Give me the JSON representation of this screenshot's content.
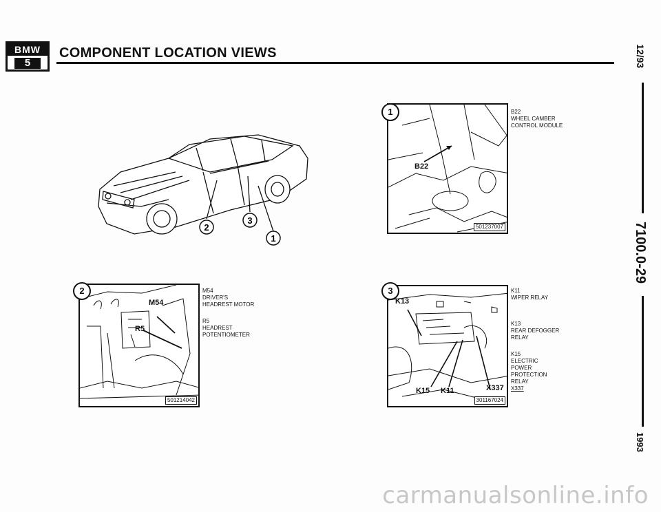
{
  "header": {
    "logo_top": "BMW",
    "logo_series": "5",
    "title": "COMPONENT LOCATION VIEWS"
  },
  "side": {
    "date": "12/93",
    "page": "7100.0-29",
    "year": "1993"
  },
  "overview": {
    "callouts": [
      "2",
      "3",
      "1"
    ]
  },
  "figures": [
    {
      "number": "1",
      "image_id": "501237007",
      "labels": [
        "B22"
      ],
      "captions": [
        {
          "code": "B22",
          "lines": [
            "WHEEL CAMBER",
            "CONTROL MODULE"
          ]
        }
      ]
    },
    {
      "number": "2",
      "image_id": "501214042",
      "labels": [
        "M54",
        "R5"
      ],
      "captions": [
        {
          "code": "M54",
          "lines": [
            "DRIVER'S",
            "HEADREST MOTOR"
          ]
        },
        {
          "code": "R5",
          "lines": [
            "HEADREST",
            "POTENTIOMETER"
          ]
        }
      ]
    },
    {
      "number": "3",
      "image_id": "301167024",
      "labels": [
        "K13",
        "K15",
        "K11",
        "X337"
      ],
      "captions": [
        {
          "code": "K11",
          "lines": [
            "WIPER RELAY"
          ]
        },
        {
          "code": "K13",
          "lines": [
            "REAR DEFOGGER",
            "RELAY"
          ]
        },
        {
          "code": "K15",
          "lines": [
            "ELECTRIC",
            "POWER",
            "PROTECTION",
            "RELAY"
          ]
        },
        {
          "code": "X337",
          "lines": []
        }
      ]
    }
  ],
  "watermark": "carmanualsonline.info"
}
